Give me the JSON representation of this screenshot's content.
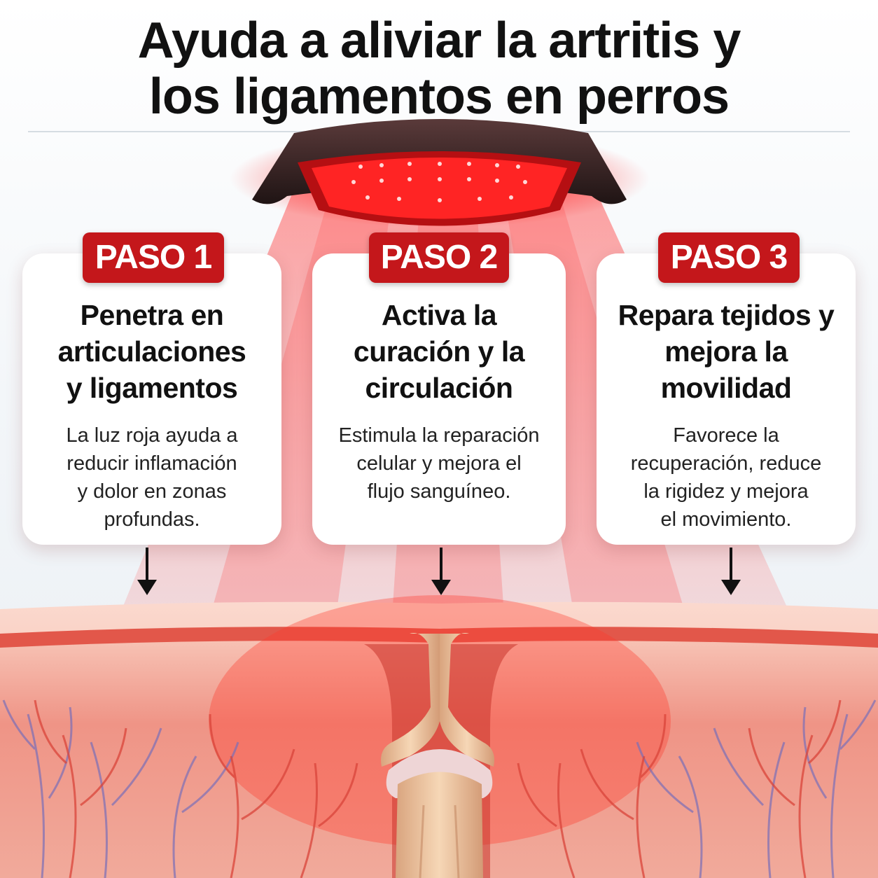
{
  "title": {
    "line1": "Ayuda a aliviar la artritis y",
    "line2": "los ligamentos en perros"
  },
  "steps": [
    {
      "badge": "PASO 1",
      "heading": [
        "Penetra en",
        "articulaciones",
        "y ligamentos"
      ],
      "text": [
        "La luz roja ayuda a",
        "reducir inflamación",
        "y dolor en zonas",
        "profundas."
      ]
    },
    {
      "badge": "PASO 2",
      "heading": [
        "Activa la",
        "curación y la",
        "circulación"
      ],
      "text": [
        "Estimula la reparación",
        "celular y mejora el",
        "flujo sanguíneo."
      ]
    },
    {
      "badge": "PASO 3",
      "heading": [
        "Repara tejidos y",
        "mejora la",
        "movilidad"
      ],
      "text": [
        "Favorece la",
        "recuperación, reduce",
        "la rigidez y mejora",
        "el movimiento."
      ]
    }
  ],
  "illustration": {
    "device": "red-light-therapy-device",
    "tissue": "joint-cross-section",
    "colors": {
      "accent": "#c4171b",
      "light": "#ff2a2a",
      "tissue": "#f2a79a",
      "device": "#3a2222"
    }
  }
}
